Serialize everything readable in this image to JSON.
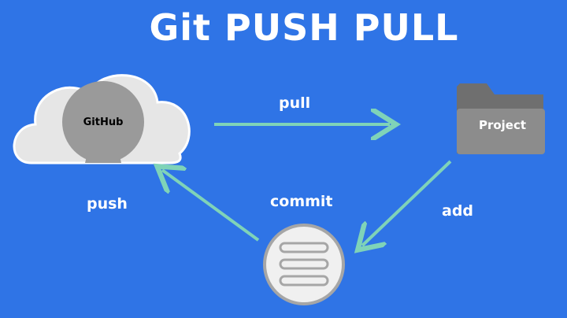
{
  "title": "Git PUSH PULL",
  "nodes": {
    "remote": {
      "label": "GitHub",
      "icon": "github-cloud-icon"
    },
    "local": {
      "label": "Project",
      "icon": "folder-icon"
    },
    "repo": {
      "icon": "local-repository-icon"
    }
  },
  "edges": {
    "pull": "pull",
    "push": "push",
    "commit": "commit",
    "add": "add"
  },
  "colors": {
    "background": "#2f74e6",
    "arrow": "#7fd3b8",
    "cloud": "#e6e6e6",
    "folder": "#8c8c8c",
    "text": "#ffffff"
  }
}
